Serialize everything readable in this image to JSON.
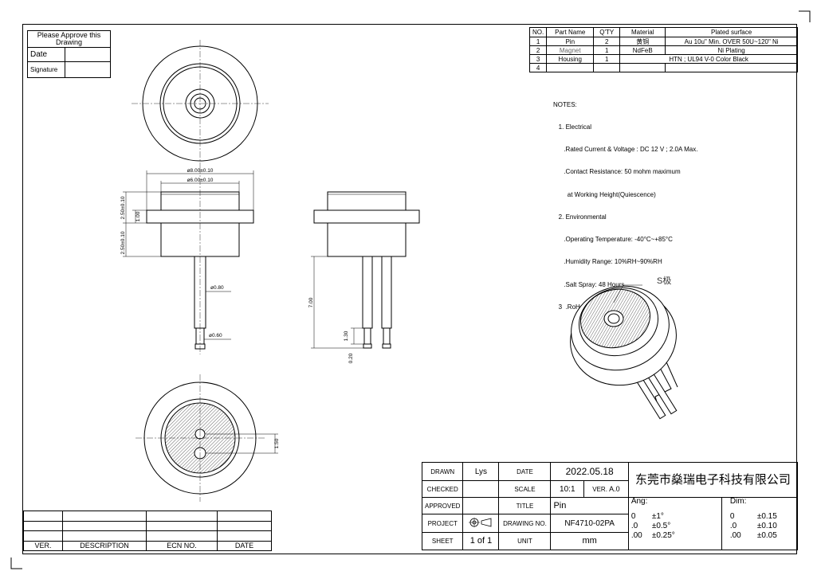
{
  "approve_box": {
    "title": "Please Approve this Drawing",
    "date_label": "Date",
    "signature_label": "Signature"
  },
  "bom": {
    "headers": [
      "NO.",
      "Part Name",
      "Q'TY",
      "Material",
      "Plated surface"
    ],
    "rows": [
      {
        "no": "1",
        "part": "Pin",
        "qty": "2",
        "material": "黄铜",
        "plating": "Au 10u\" Min. OVER 50U~120\" Ni"
      },
      {
        "no": "2",
        "part": "Magnet",
        "qty": "1",
        "material": "NdFeB",
        "plating": "Ni Plating"
      },
      {
        "no": "3",
        "part": "Housing",
        "qty": "1",
        "material": "HTN ; UL94 V-0 Color Black",
        "plating": ""
      },
      {
        "no": "4",
        "part": "",
        "qty": "",
        "material": "",
        "plating": ""
      }
    ]
  },
  "notes": [
    "NOTES:",
    "   1. Electrical",
    "      .Rated Current & Voltage : DC 12 V ; 2.0A Max.",
    "      .Contact Resistance: 50 mohm maximum",
    "        at Working Height(Quiescence)",
    "   2. Environmental",
    "      .Operating Temperature: -40°C~+85°C",
    "      .Humidity Range: 10%RH~90%RH",
    "      .Salt Spray: 48 Hours",
    "   3  .RoHs&HF compliant product."
  ],
  "dims": {
    "d_outer": "ø8.00±0.10",
    "d_inner": "ø6.00±0.10",
    "h_top": "2.50±0.10",
    "h_flange": "1.00",
    "h_body": "2.50±0.10",
    "pin_d1": "ø0.80",
    "pin_d2": "ø0.60",
    "pin_len": "7.00",
    "pin_tip": "1.30",
    "pin_step": "0.20",
    "pin_pitch": "1.50"
  },
  "s_pole": "S极",
  "revision": {
    "ver": "VER.",
    "description": "DESCRIPTION",
    "ecn": "ECN NO.",
    "date": "DATE"
  },
  "title_block": {
    "drawn_label": "DRAWN",
    "drawn_by": "Lys",
    "date_label": "DATE",
    "date": "2022.05.18",
    "company": "东莞市燊瑞电子科技有限公司",
    "checked_label": "CHECKED",
    "scale_label": "SCALE",
    "scale": "10:1",
    "ver_label": "VER.",
    "ver": "A.0",
    "approved_label": "APPROVED",
    "title_label": "TITLE",
    "title": "Pin",
    "project_label": "PROJECT",
    "drawing_no_label": "DRAWING NO.",
    "drawing_no": "NF4710-02PA",
    "sheet_label": "SHEET",
    "sheet": "1  of  1",
    "unit_label": "UNIT",
    "unit": "mm",
    "ang_label": "Ang:",
    "dim_label": "Dim:",
    "ang": [
      [
        "0",
        "±1°"
      ],
      [
        ".0",
        "±0.5°"
      ],
      [
        ".00",
        "±0.25°"
      ]
    ],
    "dim": [
      [
        "0",
        "±0.15"
      ],
      [
        ".0",
        "±0.10"
      ],
      [
        ".00",
        "±0.05"
      ]
    ]
  }
}
